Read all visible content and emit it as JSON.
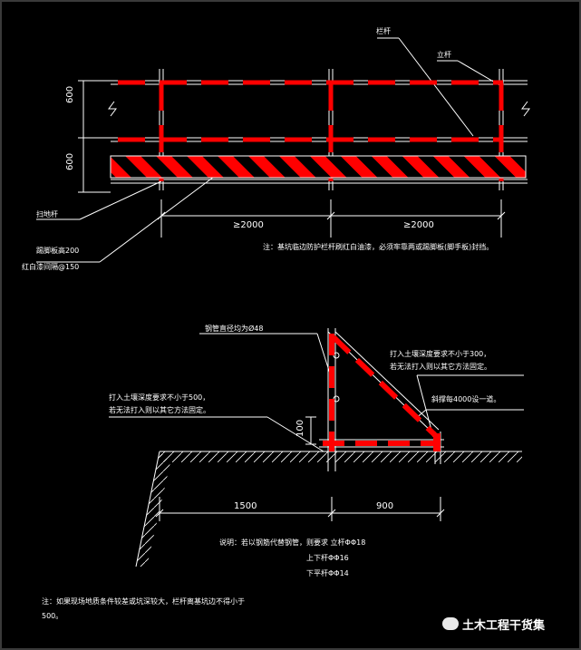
{
  "top_view": {
    "label_post": "栏杆",
    "label_upright": "立杆",
    "label_sweep_pole": "扫地杆",
    "label_toe_board": "踢脚板高200",
    "label_paint_band": "红白漆间隔@150",
    "dim_height_upper": "600",
    "dim_height_lower": "600",
    "dim_span_left": "≥2000",
    "dim_span_right": "≥2000",
    "note": "注：基坑临边防护栏杆刷红白油漆，必须牢靠两或踢脚板(脚手板)封挡。"
  },
  "section_view": {
    "label_pipe": "钢管直径均为Ø48",
    "label_embed_left_1": "打入土壤深度要求不小于500，",
    "label_embed_left_2": "若无法打入则以其它方法固定。",
    "label_embed_right_1": "打入土壤深度要求不小于300，",
    "label_embed_right_2": "若无法打入则以其它方法固定。",
    "label_brace": "斜撑每4000设一道。",
    "dim_100": "100",
    "dim_1500": "1500",
    "dim_900": "900",
    "note_1": "说明：若以钢筋代替钢管，则要求  立杆ΦΦ18",
    "note_2": "上下杆ΦΦ16",
    "note_3": "下平杆ΦΦ14",
    "note_bottom_1": "注：如果现场地质条件较差或坑深较大，栏杆离基坑边不得小于",
    "note_bottom_2": "500。"
  },
  "watermark": {
    "text": "土木工程干货集",
    "icon": "wechat-icon"
  },
  "colors": {
    "red": "#ff0000",
    "white": "#ffffff",
    "background": "#000000"
  }
}
